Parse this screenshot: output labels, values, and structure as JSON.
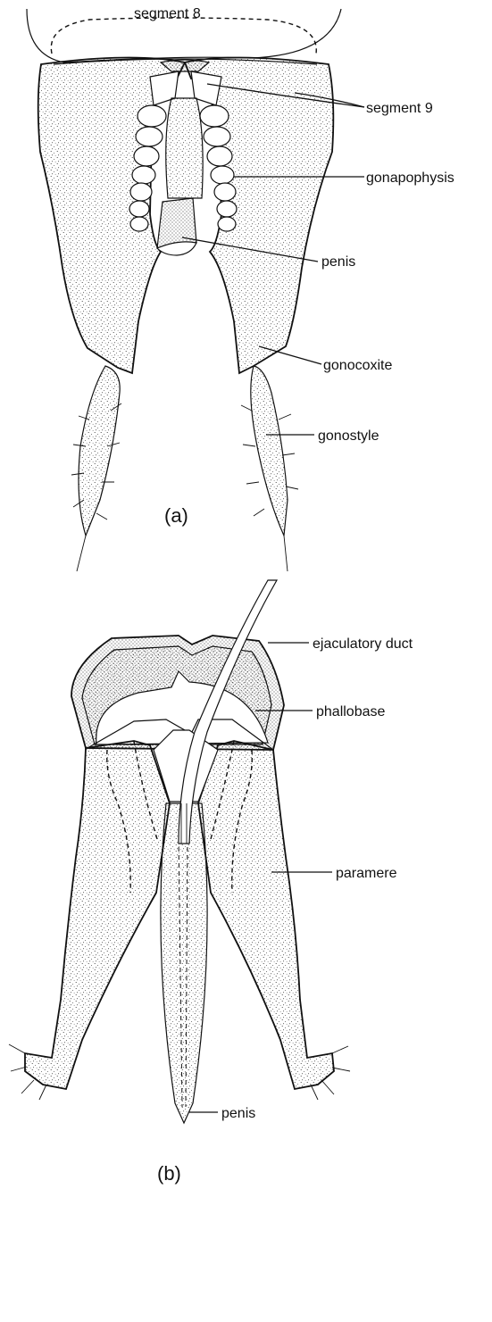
{
  "panel_a": {
    "caption": "(a)",
    "labels": {
      "segment_8": "segment 8",
      "segment_9": "segment 9",
      "gonapophysis": "gonapophysis",
      "penis": "penis",
      "gonocoxite": "gonocoxite",
      "gonostyle": "gonostyle"
    }
  },
  "panel_b": {
    "caption": "(b)",
    "labels": {
      "ejaculatory_duct": "ejaculatory duct",
      "phallobase": "phallobase",
      "paramere": "paramere",
      "penis": "penis"
    }
  }
}
